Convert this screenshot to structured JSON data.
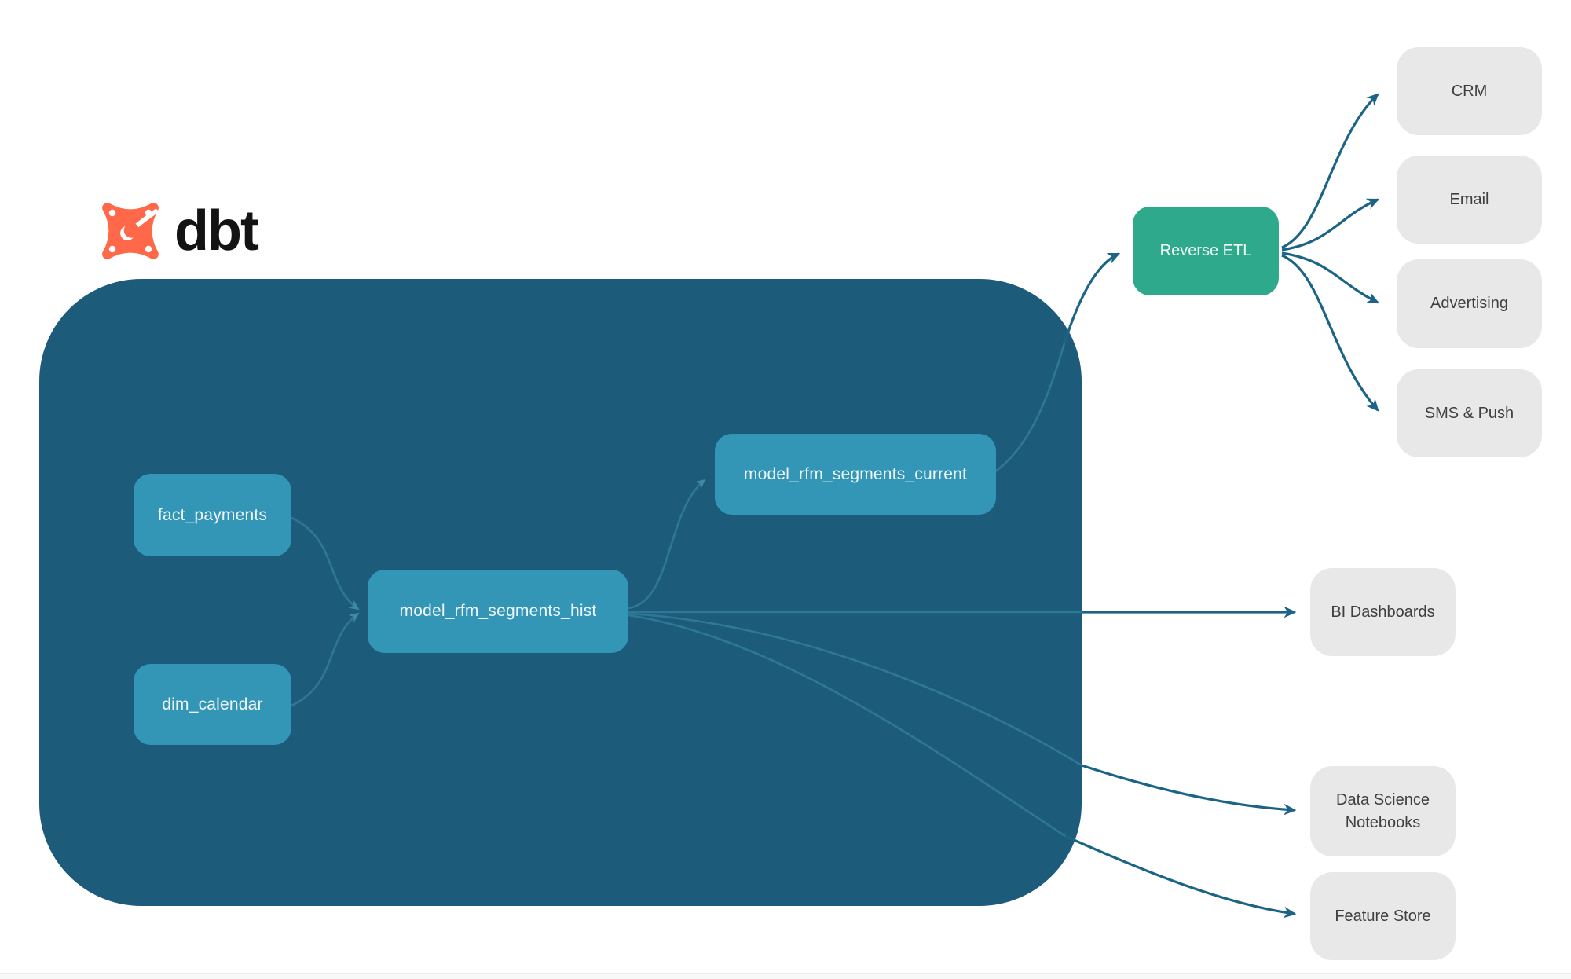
{
  "logo": {
    "text": "dbt",
    "icon_color": "#ff694a",
    "text_color": "#131313"
  },
  "colors": {
    "background": "#ffffff",
    "warehouse_container": "#1d5b7b",
    "model_node": "#3496b7",
    "model_node_text": "#eef6f9",
    "reverse_etl_node": "#2fa98c",
    "destination_box": "#e8e8e8",
    "destination_text": "#3f3f3f",
    "edge_outside": "#1c6486",
    "edge_inside": "#2f7796"
  },
  "nodes": {
    "fact_payments": {
      "label": "fact_payments"
    },
    "dim_calendar": {
      "label": "dim_calendar"
    },
    "model_rfm_segments_hist": {
      "label": "model_rfm_segments_hist"
    },
    "model_rfm_segments_current": {
      "label": "model_rfm_segments_current"
    },
    "reverse_etl": {
      "label": "Reverse ETL"
    },
    "crm": {
      "label": "CRM"
    },
    "email": {
      "label": "Email"
    },
    "advertising": {
      "label": "Advertising"
    },
    "sms_push": {
      "label": "SMS & Push"
    },
    "bi_dashboards": {
      "label": "BI Dashboards"
    },
    "data_science_notebooks": {
      "label": "Data Science Notebooks"
    },
    "feature_store": {
      "label": "Feature Store"
    }
  }
}
